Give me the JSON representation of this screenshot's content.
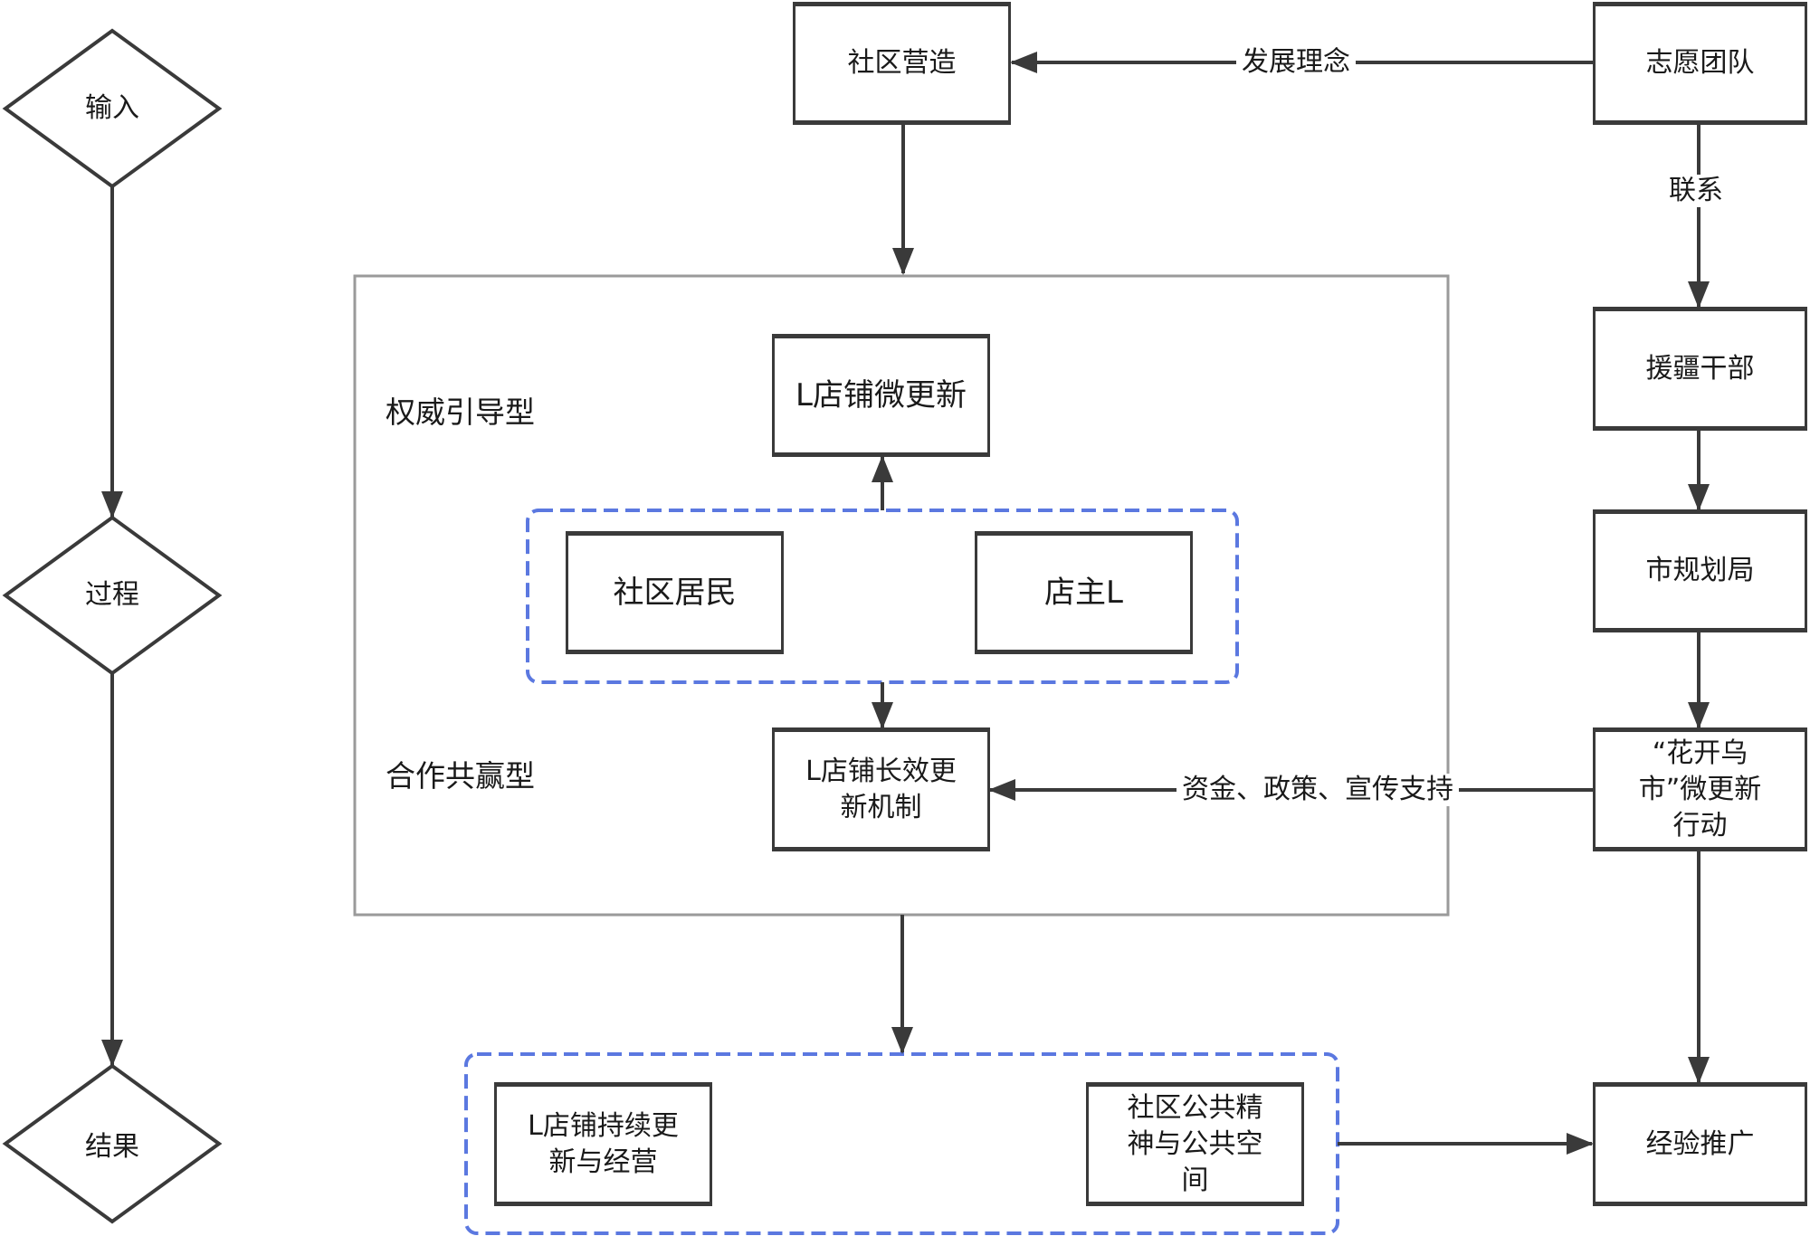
{
  "stages": {
    "input": "输入",
    "process": "过程",
    "result": "结果"
  },
  "nodes": {
    "community_building": "社区营造",
    "volunteer_team": "志愿团队",
    "aid_xinjiang_cadres": "援疆干部",
    "city_planning_bureau": "市规划局",
    "micro_renewal_action": "“花开乌\n市”微更新\n行动",
    "experience_promotion": "经验推广",
    "l_shop_micro_renewal": "L店铺微更新",
    "community_residents": "社区居民",
    "shop_owner_l": "店主L",
    "l_shop_longterm_mechanism": "L店铺长效更\n新机制",
    "l_shop_sustained": "L店铺持续更\n新与经营",
    "public_spirit_space": "社区公共精\n神与公共空\n间"
  },
  "group_labels": {
    "authority_guided": "权威引导型",
    "cooperative_winwin": "合作共赢型"
  },
  "edge_labels": {
    "development_concept": "发展理念",
    "contact": "联系",
    "support": "资金、政策、宣传支持"
  },
  "colors": {
    "line": "#3a3a3a",
    "outer_frame": "#9a9a9a",
    "dashed_group": "#5b78e0"
  }
}
